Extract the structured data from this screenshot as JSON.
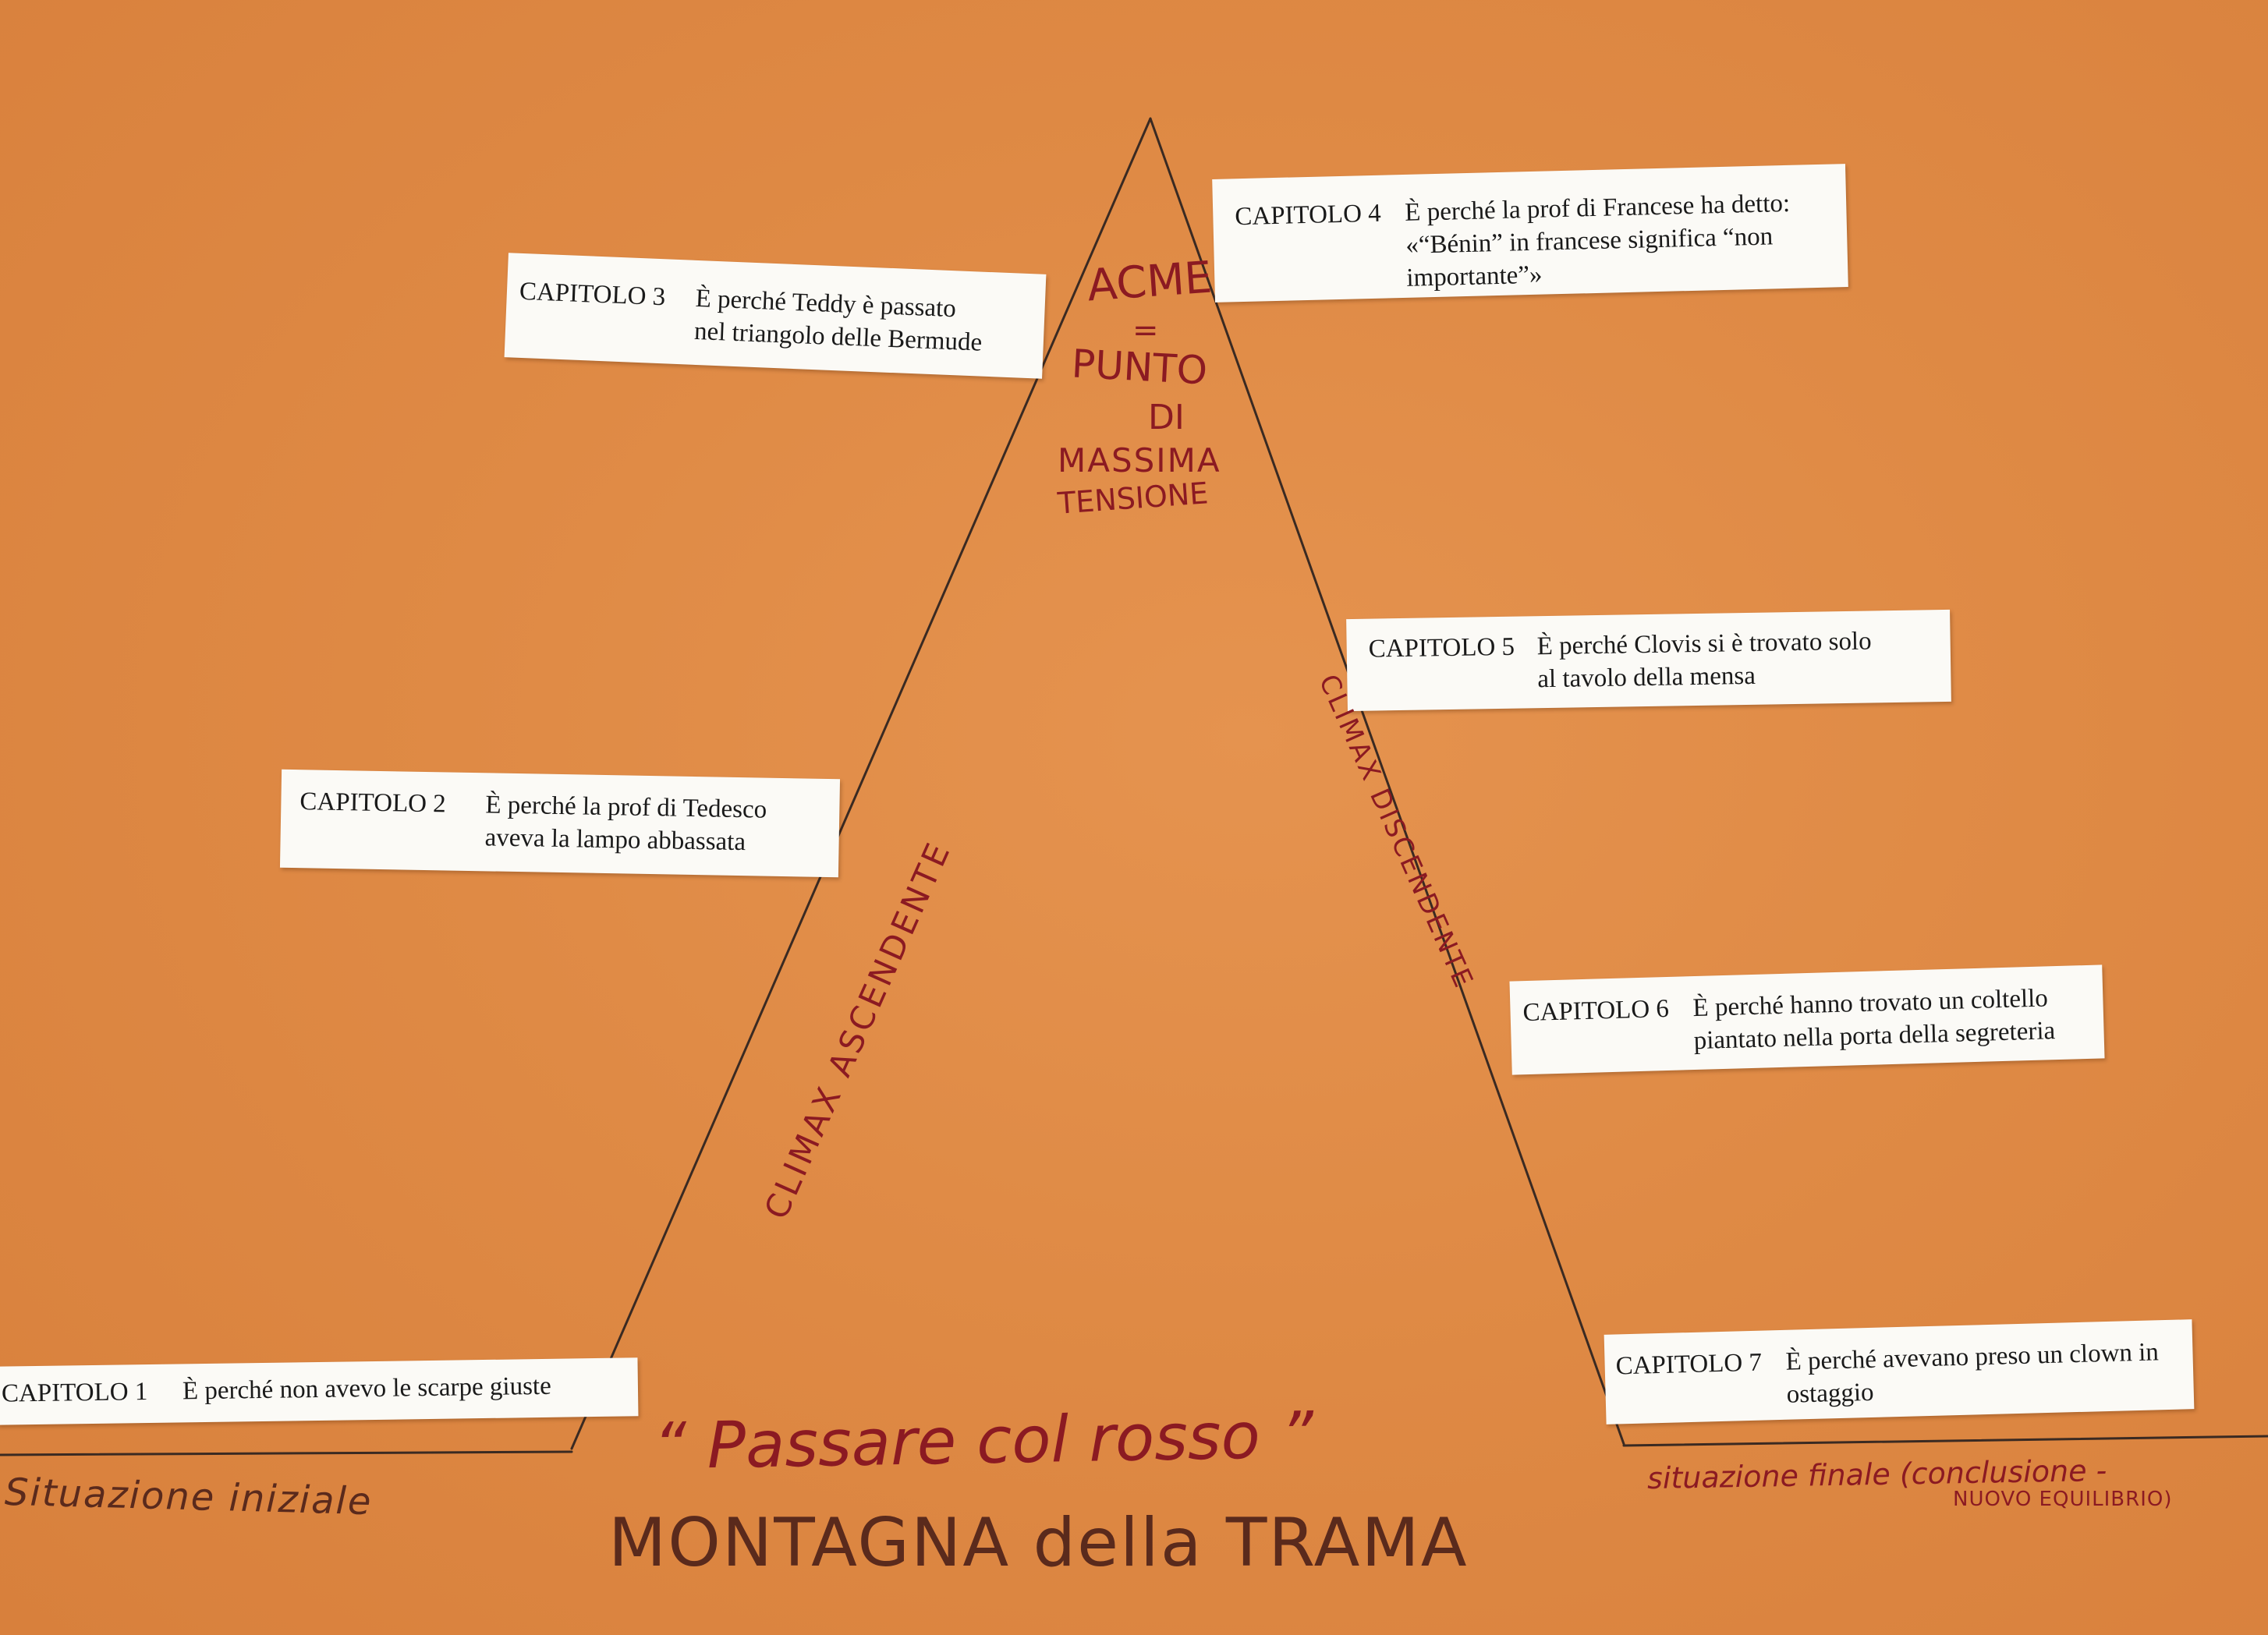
{
  "chapters": [
    {
      "label": "CAPITOLO 1",
      "lines": [
        "È perché non avevo le scarpe giuste"
      ]
    },
    {
      "label": "CAPITOLO 2",
      "lines": [
        "È perché la prof di Tedesco",
        "aveva la lampo abbassata"
      ]
    },
    {
      "label": "CAPITOLO 3",
      "lines": [
        "È perché Teddy è passato",
        "nel triangolo delle Bermude"
      ]
    },
    {
      "label": "CAPITOLO 4",
      "lines": [
        "È perché la prof di Francese ha detto:",
        "«“Bénin” in francese significa “non",
        "importante”»"
      ]
    },
    {
      "label": "CAPITOLO 5",
      "lines": [
        "È perché Clovis si è trovato solo",
        "al tavolo della mensa"
      ]
    },
    {
      "label": "CAPITOLO 6",
      "lines": [
        "È perché hanno trovato un coltello",
        "piantato nella porta della segreteria"
      ]
    },
    {
      "label": "CAPITOLO 7",
      "lines": [
        "È perché avevano preso un clown in",
        "ostaggio"
      ]
    }
  ],
  "annotations": {
    "acme": [
      "ACME",
      "=",
      "PUNTO",
      "DI",
      "MASSIMA",
      "TENSIONE"
    ],
    "climax_ascendente": "CLIMAX ASCENDENTE",
    "climax_discendente": "CLIMAX DISCENDENTE",
    "situazione_iniziale": "Situazione iniziale",
    "situazione_finale": "situazione finale (conclusione -",
    "nuovo_equilibrio": "NUOVO EQUILIBRIO)",
    "book_title": "“ Passare col rosso ”",
    "poster_title": "MONTAGNA della TRAMA"
  },
  "colors": {
    "background": "#df8a45",
    "handwriting_red": "#8b1a22",
    "handwriting_dark": "#5a2a1c",
    "line": "#3a2a22",
    "note_paper": "#fbfaf6"
  }
}
